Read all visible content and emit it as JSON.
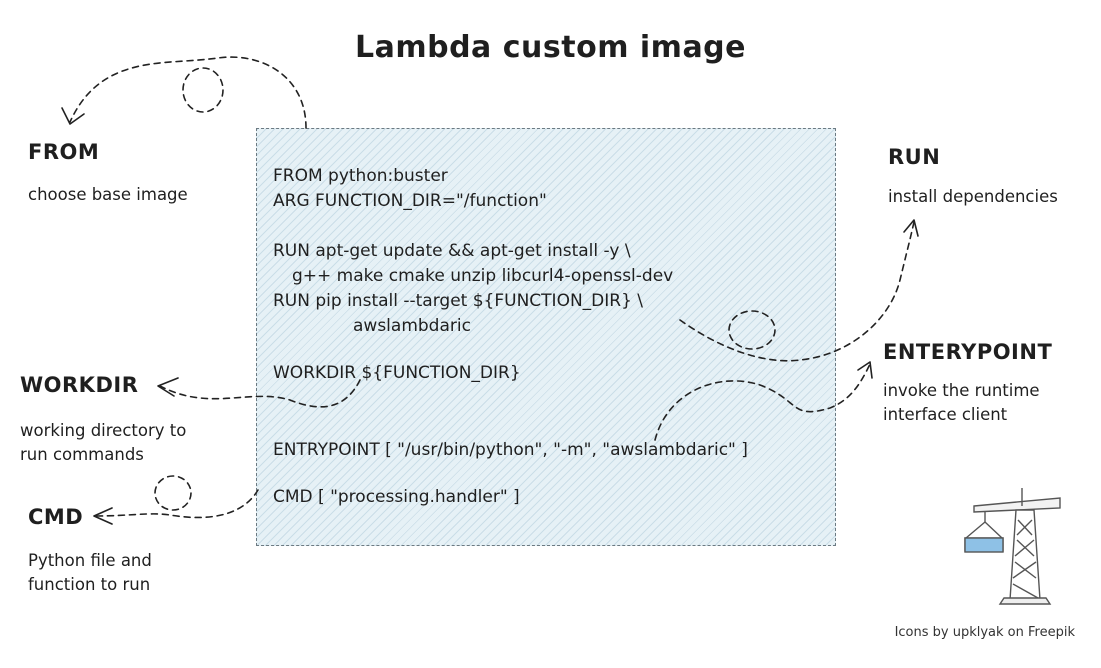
{
  "title": "Lambda custom image",
  "code": {
    "line1": "FROM python:buster",
    "line2": "ARG FUNCTION_DIR=\"/function\"",
    "line3": "RUN apt-get update && apt-get install -y \\",
    "line4": "g++ make cmake unzip libcurl4-openssl-dev",
    "line5": "RUN pip install --target ${FUNCTION_DIR} \\",
    "line6": "awslambdaric",
    "line7": "WORKDIR ${FUNCTION_DIR}",
    "line8": "ENTRYPOINT [ \"/usr/bin/python\", \"-m\", \"awslambdaric\" ]",
    "line9": "CMD [ \"processing.handler\" ]"
  },
  "annotations": {
    "from": {
      "label": "FROM",
      "desc": "choose base image"
    },
    "run": {
      "label": "RUN",
      "desc": "install dependencies"
    },
    "workdir": {
      "label": "WORKDIR",
      "desc1": "working directory to",
      "desc2": "run commands"
    },
    "entrypoint": {
      "label": "ENTERYPOINT",
      "desc1": "invoke the runtime",
      "desc2": "interface client"
    },
    "cmd": {
      "label": "CMD",
      "desc1": "Python file and",
      "desc2": "function to run"
    }
  },
  "credit": "Icons by upklyak on Freepik",
  "icons": {
    "crane": "crane-icon"
  },
  "colors": {
    "box_fill": "#e6f1f6",
    "box_border": "#6c7a82",
    "crane_load": "#8ec1e6"
  }
}
